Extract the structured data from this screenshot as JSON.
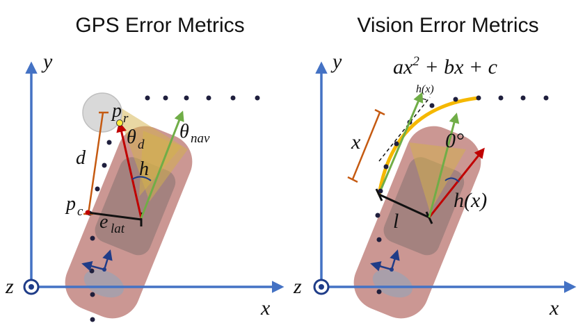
{
  "panels": {
    "gps": {
      "title": "GPS Error Metrics",
      "axis_x": "x",
      "axis_y": "y",
      "axis_z": "z",
      "label_pr": "p",
      "label_pr_sub": "r",
      "label_theta_d": "θ",
      "label_theta_d_sub": "d",
      "label_theta_nav": "θ",
      "label_theta_nav_sub": "nav",
      "label_h": "h",
      "label_d": "d",
      "label_pc": "p",
      "label_pc_sub": "c",
      "label_elat": "e",
      "label_elat_sub": "lat"
    },
    "vision": {
      "title": "Vision Error Metrics",
      "axis_x": "x",
      "axis_y": "y",
      "axis_z": "z",
      "equation_a": "ax",
      "equation_exp": "2",
      "equation_rest": " + bx + c",
      "label_hx_small": "h(x)",
      "label_x": "x",
      "label_zero": "0°",
      "label_l": "l",
      "label_hx": "h(x)"
    }
  },
  "colors": {
    "axis": "#4472c4",
    "car_body": "#a0413b",
    "headlight_cone": "#d4b24a",
    "path_dot": "#1f1f3d",
    "heading_arrow": "#c00000",
    "nav_arrow": "#70ad47",
    "distance_line": "#c55a11",
    "curve": "#f5b800",
    "reference_circle": "#d9d9d9"
  }
}
